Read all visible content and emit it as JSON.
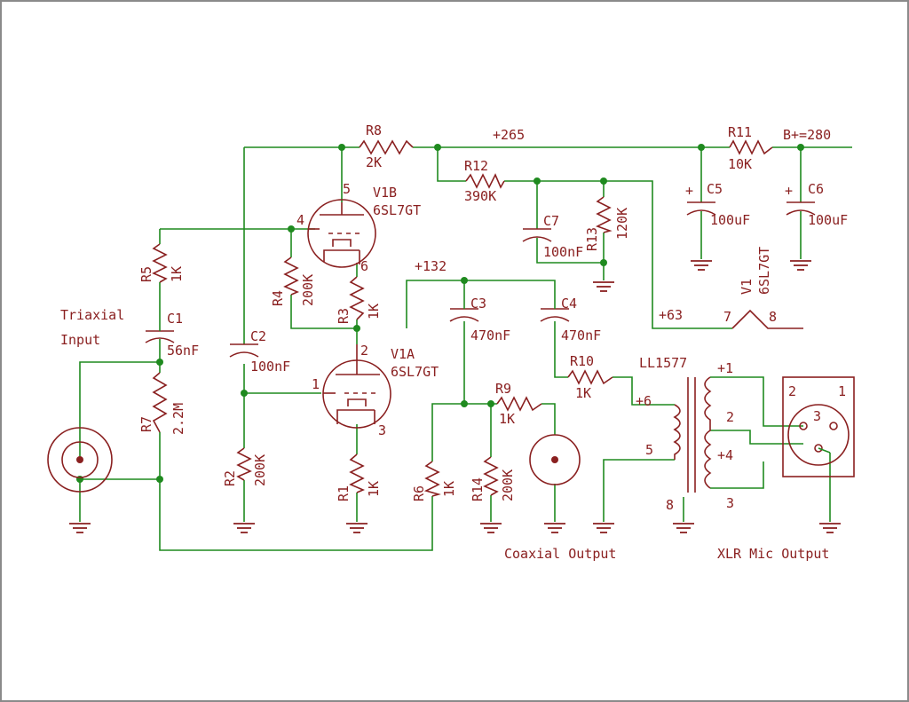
{
  "schematic": {
    "rails": {
      "b_plus": "B+=280",
      "v265": "+265",
      "v132": "+132",
      "v63": "+63"
    },
    "resistors": [
      {
        "ref": "R1",
        "value": "1K"
      },
      {
        "ref": "R2",
        "value": "200K"
      },
      {
        "ref": "R3",
        "value": "1K"
      },
      {
        "ref": "R4",
        "value": "200K"
      },
      {
        "ref": "R5",
        "value": "1K"
      },
      {
        "ref": "R6",
        "value": "1K"
      },
      {
        "ref": "R7",
        "value": "2.2M"
      },
      {
        "ref": "R8",
        "value": "2K"
      },
      {
        "ref": "R9",
        "value": "1K"
      },
      {
        "ref": "R10",
        "value": "1K"
      },
      {
        "ref": "R11",
        "value": "10K"
      },
      {
        "ref": "R12",
        "value": "390K"
      },
      {
        "ref": "R13",
        "value": "120K"
      },
      {
        "ref": "R14",
        "value": "200K"
      }
    ],
    "capacitors": [
      {
        "ref": "C1",
        "value": "56nF"
      },
      {
        "ref": "C2",
        "value": "100nF"
      },
      {
        "ref": "C3",
        "value": "470nF"
      },
      {
        "ref": "C4",
        "value": "470nF"
      },
      {
        "ref": "C5",
        "value": "100uF"
      },
      {
        "ref": "C6",
        "value": "100uF"
      },
      {
        "ref": "C7",
        "value": "100nF"
      }
    ],
    "tubes": {
      "v1a": {
        "ref": "V1A",
        "type": "6SL7GT",
        "pins": [
          "2",
          "1",
          "3"
        ]
      },
      "v1b": {
        "ref": "V1B",
        "type": "6SL7GT",
        "pins": [
          "5",
          "4",
          "6"
        ]
      },
      "heater": {
        "ref": "V1",
        "type": "6SL7GT",
        "pins": [
          "7",
          "8"
        ]
      }
    },
    "transformer": {
      "ref": "LL1577",
      "pins": [
        "+6",
        "5",
        "8",
        "+1",
        "2",
        "+4",
        "3"
      ]
    },
    "xlr": {
      "pins": [
        "2",
        "1",
        "3"
      ]
    },
    "connectors": {
      "triaxial": [
        "Triaxial",
        "Input"
      ],
      "coaxial": "Coaxial Output",
      "xlr": "XLR Mic Output"
    },
    "polarity": "+"
  }
}
